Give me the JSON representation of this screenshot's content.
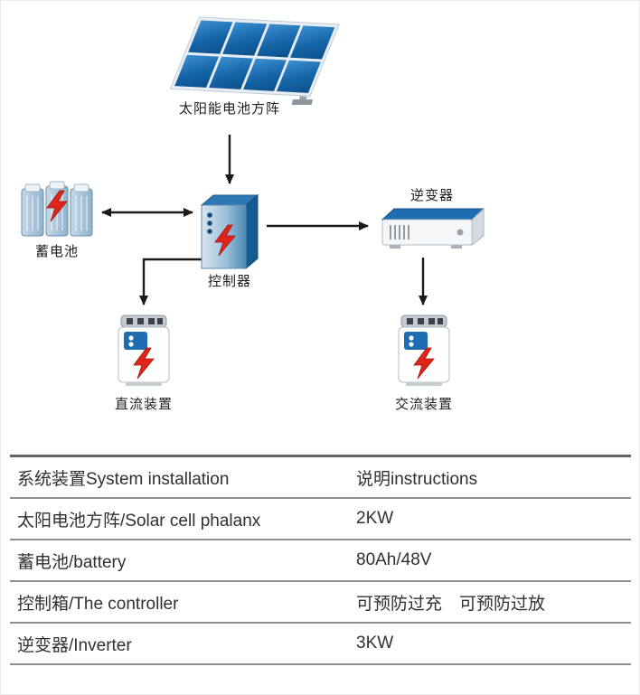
{
  "diagram": {
    "solar_label": "太阳能电池方阵",
    "battery_label": "蓄电池",
    "controller_label": "控制器",
    "inverter_label": "逆变器",
    "dc_device_label": "直流装置",
    "ac_device_label": "交流装置"
  },
  "colors": {
    "panel_blue": "#1565a8",
    "controller_blue": "#2d77b2",
    "accent_red": "#e02419",
    "arrow_black": "#1a1a1a",
    "table_line_gray": "#8f8f8f"
  },
  "table": {
    "headers": {
      "device": "系统装置System installation",
      "description": "说明instructions"
    },
    "rows": [
      {
        "device": "太阳电池方阵/Solar cell phalanx",
        "description": "2KW"
      },
      {
        "device": "蓄电池/battery",
        "description": "80Ah/48V"
      },
      {
        "device": "控制箱/The controller",
        "description": "可预防过充　可预防过放"
      },
      {
        "device": "逆变器/Inverter",
        "description": "3KW"
      }
    ]
  }
}
